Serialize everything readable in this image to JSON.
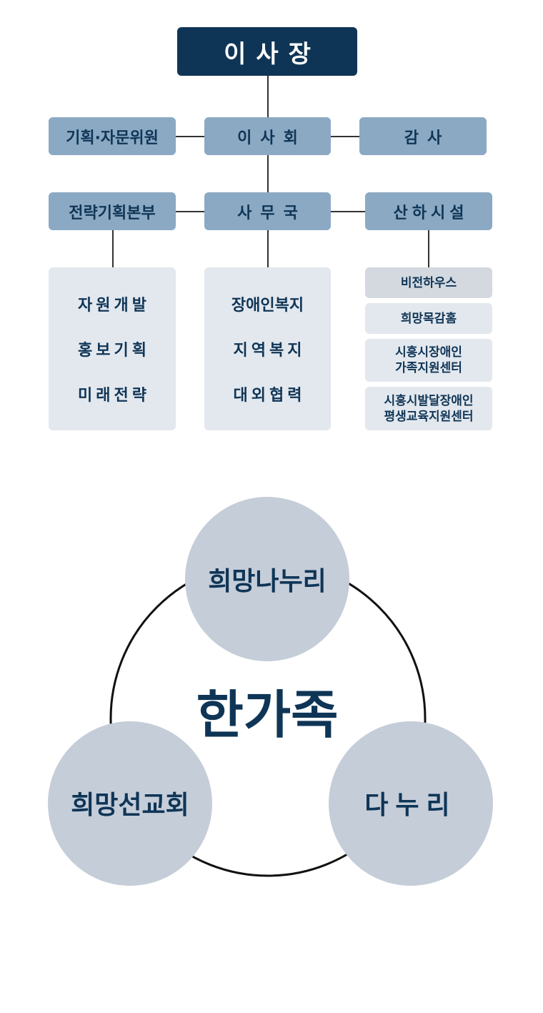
{
  "org_chart": {
    "top": "이사장",
    "level1": {
      "left": "기획·자문위원",
      "center": "이사회",
      "right": "감사"
    },
    "level2": {
      "left": "전략기획본부",
      "center": "사무국",
      "right": "산하시설"
    },
    "left_items": [
      "자원개발",
      "홍보기획",
      "미래전략"
    ],
    "center_items": [
      "장애인복지",
      "지역복지",
      "대외협력"
    ],
    "right_items": [
      {
        "line1": "비전하우스",
        "line2": ""
      },
      {
        "line1": "희망목감홈",
        "line2": ""
      },
      {
        "line1": "시흥시장애인",
        "line2": "가족지원센터"
      },
      {
        "line1": "시흥시발달장애인",
        "line2": "평생교육지원센터"
      }
    ]
  },
  "venn": {
    "center": "한가족",
    "top": "희망나누리",
    "left": "희망선교회",
    "right": "다누리"
  },
  "colors": {
    "navy": "#0f3556",
    "steel": "#8ba9c3",
    "panel": "#e3e8ee",
    "circle": "#c5cdd9"
  }
}
